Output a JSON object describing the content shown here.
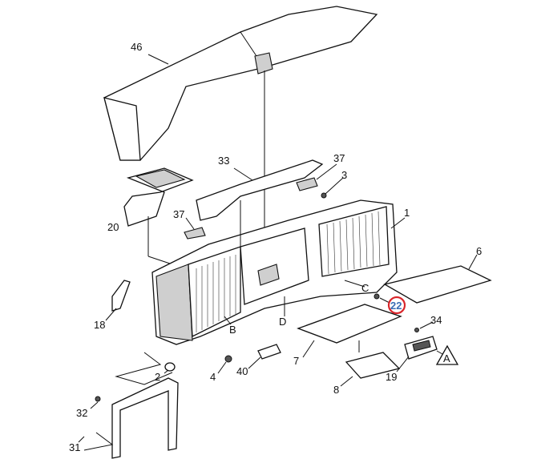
{
  "diagram": {
    "callouts": [
      {
        "id": "46",
        "label": "46"
      },
      {
        "id": "33",
        "label": "33"
      },
      {
        "id": "37a",
        "label": "37"
      },
      {
        "id": "3",
        "label": "3"
      },
      {
        "id": "1",
        "label": "1"
      },
      {
        "id": "20",
        "label": "20"
      },
      {
        "id": "37b",
        "label": "37"
      },
      {
        "id": "6",
        "label": "6"
      },
      {
        "id": "C",
        "label": "C"
      },
      {
        "id": "22",
        "label": "22"
      },
      {
        "id": "18",
        "label": "18"
      },
      {
        "id": "B",
        "label": "B"
      },
      {
        "id": "D",
        "label": "D"
      },
      {
        "id": "34",
        "label": "34"
      },
      {
        "id": "7",
        "label": "7"
      },
      {
        "id": "A",
        "label": "A"
      },
      {
        "id": "2",
        "label": "2"
      },
      {
        "id": "4",
        "label": "4"
      },
      {
        "id": "40",
        "label": "40"
      },
      {
        "id": "19",
        "label": "19"
      },
      {
        "id": "8",
        "label": "8"
      },
      {
        "id": "32",
        "label": "32"
      },
      {
        "id": "31",
        "label": "31"
      }
    ],
    "highlight_color": "#d9262b",
    "highlight_text_color": "#3a6db5"
  }
}
